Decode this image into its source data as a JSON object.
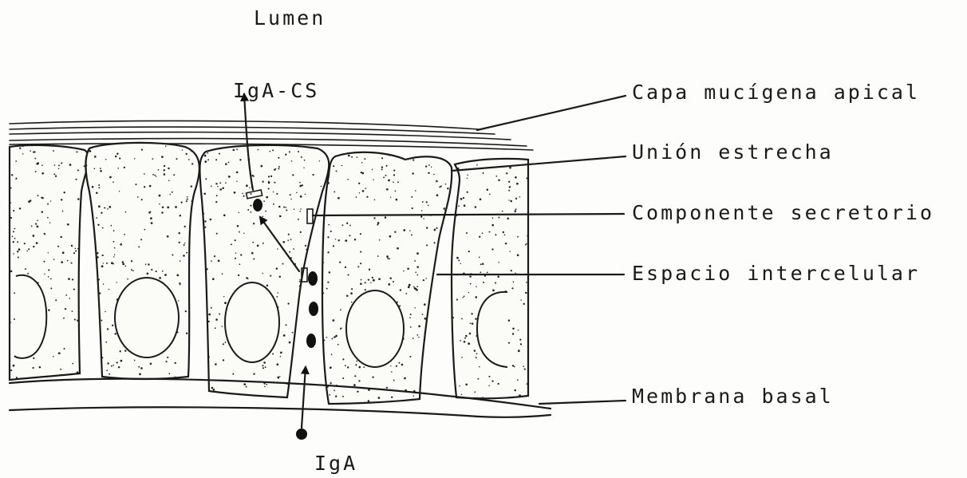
{
  "labels": {
    "lumen": "Lumen",
    "iga_cs": "IgA-CS",
    "iga": "IgA",
    "capa": "Capa mucígena apical",
    "union": "Unión estrecha",
    "componente": "Componente secretorio",
    "espacio": "Espacio intercelular",
    "membrana": "Membrana basal"
  },
  "colors": {
    "ink": "#1a1a1a",
    "paper": "#fdfdfb"
  }
}
